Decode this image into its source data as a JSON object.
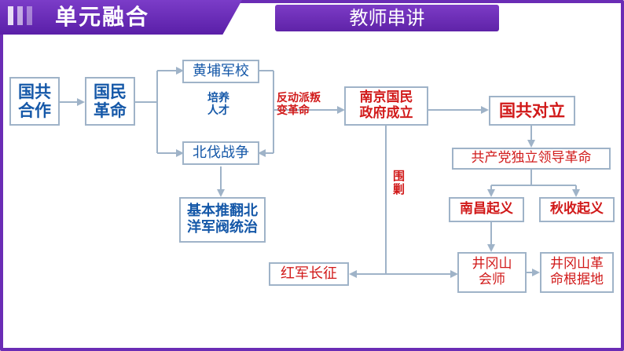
{
  "header": {
    "title": "单元融合",
    "subtitle": "教师串讲"
  },
  "nodes": {
    "cooperation": "国共\n合作",
    "revolution": "国民\n革命",
    "whampoa": "黄埔军校",
    "expedition": "北伐战争",
    "overthrow": "基本推翻北\n洋军阀统治",
    "nanjing": "南京国民\n政府成立",
    "confrontation": "国共对立",
    "independent": "共产党独立领导革命",
    "nanchang": "南昌起义",
    "autumn": "秋收起义",
    "meeting": "井冈山\n会师",
    "base": "井冈山革\n命根据地",
    "longmarch": "红军长征"
  },
  "labels": {
    "talent": "培养\n人才",
    "betray": "反动派叛\n变革命",
    "encircle": "围\n剿"
  },
  "colors": {
    "accent": "#6a2cb5",
    "blue": "#1558a8",
    "red": "#d11a1a",
    "line": "#9fb3c8"
  }
}
